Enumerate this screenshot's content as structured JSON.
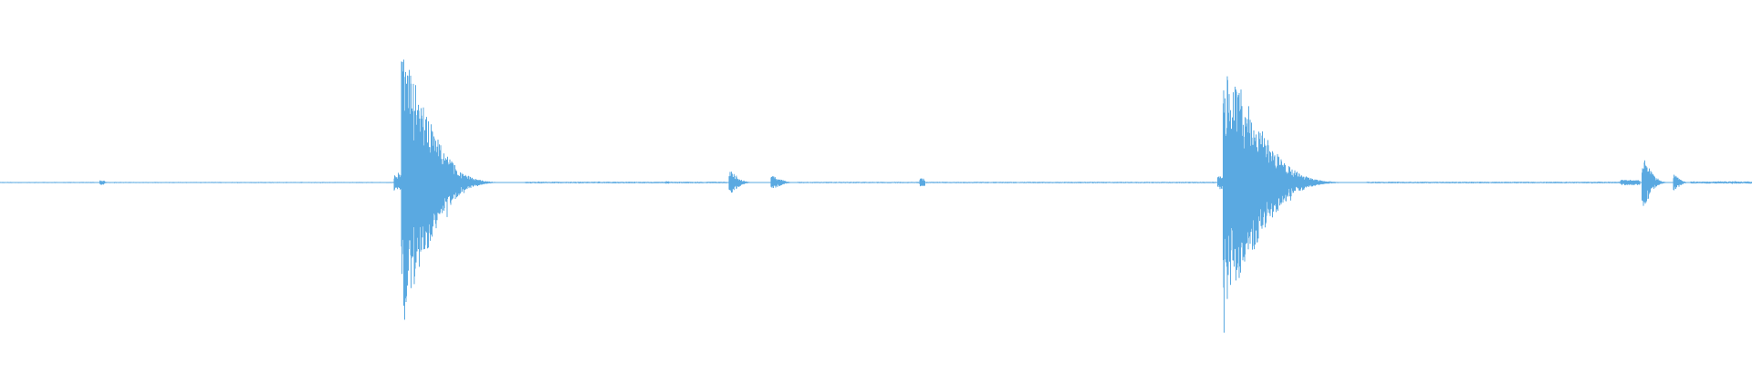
{
  "waveform": {
    "color": "#5aa9e1",
    "background": "#ffffff",
    "segments": [
      {
        "start": 0.0,
        "end": 0.226,
        "amp": 0.004,
        "decay": 0
      },
      {
        "start": 0.057,
        "end": 0.06,
        "amp": 0.015,
        "decay": 0
      },
      {
        "start": 0.225,
        "end": 0.229,
        "amp": 0.06,
        "decay": 0
      },
      {
        "start": 0.229,
        "end": 0.3,
        "amp": 0.95,
        "decay": 8.5
      },
      {
        "start": 0.3,
        "end": 0.415,
        "amp": 0.006,
        "decay": 0
      },
      {
        "start": 0.38,
        "end": 0.382,
        "amp": 0.01,
        "decay": 0
      },
      {
        "start": 0.416,
        "end": 0.43,
        "amp": 0.09,
        "decay": 4
      },
      {
        "start": 0.44,
        "end": 0.455,
        "amp": 0.05,
        "decay": 4
      },
      {
        "start": 0.455,
        "end": 0.695,
        "amp": 0.005,
        "decay": 0
      },
      {
        "start": 0.525,
        "end": 0.528,
        "amp": 0.03,
        "decay": 0
      },
      {
        "start": 0.695,
        "end": 0.698,
        "amp": 0.05,
        "decay": 0
      },
      {
        "start": 0.698,
        "end": 0.78,
        "amp": 0.9,
        "decay": 7.5
      },
      {
        "start": 0.78,
        "end": 0.925,
        "amp": 0.006,
        "decay": 0
      },
      {
        "start": 0.925,
        "end": 0.936,
        "amp": 0.02,
        "decay": 0
      },
      {
        "start": 0.937,
        "end": 0.955,
        "amp": 0.19,
        "decay": 6
      },
      {
        "start": 0.955,
        "end": 0.965,
        "amp": 0.06,
        "decay": 4
      },
      {
        "start": 0.965,
        "end": 1.0,
        "amp": 0.008,
        "decay": 0
      }
    ]
  }
}
